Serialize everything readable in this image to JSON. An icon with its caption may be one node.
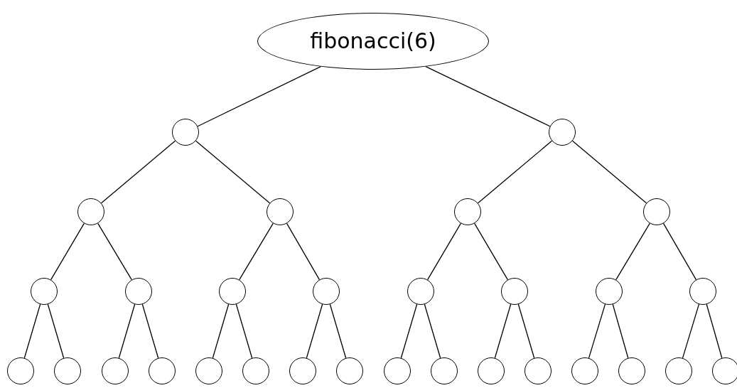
{
  "diagram": {
    "nodes": [
      {
        "text": [
          "fibonacci(6)"
        ]
      },
      {
        "text": [],
        "shape": "circle"
      },
      {
        "text": [],
        "shape": "circle"
      },
      {
        "text": [],
        "shape": "circle"
      },
      {
        "text": [],
        "shape": "circle"
      },
      {
        "text": [],
        "shape": "circle"
      },
      {
        "text": [],
        "shape": "circle"
      },
      {
        "text": [],
        "shape": "circle"
      },
      {
        "text": [],
        "shape": "circle"
      },
      {
        "text": [],
        "shape": "circle"
      },
      {
        "text": [],
        "shape": "circle"
      },
      {
        "text": [],
        "shape": "circle"
      },
      {
        "text": [],
        "shape": "circle"
      },
      {
        "text": [],
        "shape": "circle"
      },
      {
        "text": [],
        "shape": "circle"
      },
      {
        "text": [],
        "shape": "circle"
      },
      {
        "text": [],
        "shape": "circle"
      },
      {
        "text": [],
        "shape": "circle"
      },
      {
        "text": [],
        "shape": "circle"
      },
      {
        "text": [],
        "shape": "circle"
      },
      {
        "text": [],
        "shape": "circle"
      },
      {
        "text": [],
        "shape": "circle"
      },
      {
        "text": [],
        "shape": "circle"
      },
      {
        "text": [],
        "shape": "circle"
      },
      {
        "text": [],
        "shape": "circle"
      },
      {
        "text": [],
        "shape": "circle"
      },
      {
        "text": [],
        "shape": "circle"
      },
      {
        "text": [],
        "shape": "circle"
      },
      {
        "text": [],
        "shape": "circle"
      },
      {
        "text": [],
        "shape": "circle"
      },
      {
        "text": [],
        "shape": "circle"
      }
    ],
    "edges": [
      {
        "from": 0,
        "to": 1,
        "arrow": "none"
      },
      {
        "from": 0,
        "to": 2,
        "arrow": "none"
      },
      {
        "from": 1,
        "to": 3,
        "arrow": "none"
      },
      {
        "from": 1,
        "to": 4,
        "arrow": "none"
      },
      {
        "from": 2,
        "to": 5,
        "arrow": "none"
      },
      {
        "from": 2,
        "to": 6,
        "arrow": "none"
      },
      {
        "from": 3,
        "to": 7,
        "arrow": "none"
      },
      {
        "from": 3,
        "to": 8,
        "arrow": "none"
      },
      {
        "from": 4,
        "to": 9,
        "arrow": "none"
      },
      {
        "from": 4,
        "to": 10,
        "arrow": "none"
      },
      {
        "from": 5,
        "to": 11,
        "arrow": "none"
      },
      {
        "from": 5,
        "to": 12,
        "arrow": "none"
      },
      {
        "from": 6,
        "to": 13,
        "arrow": "none"
      },
      {
        "from": 6,
        "to": 14,
        "arrow": "none"
      },
      {
        "from": 7,
        "to": 15,
        "arrow": "none"
      },
      {
        "from": 7,
        "to": 16,
        "arrow": "none"
      },
      {
        "from": 8,
        "to": 17,
        "arrow": "none"
      },
      {
        "from": 8,
        "to": 18,
        "arrow": "none"
      },
      {
        "from": 9,
        "to": 19,
        "arrow": "none"
      },
      {
        "from": 9,
        "to": 20,
        "arrow": "none"
      },
      {
        "from": 10,
        "to": 21,
        "arrow": "none"
      },
      {
        "from": 10,
        "to": 22,
        "arrow": "none"
      },
      {
        "from": 11,
        "to": 23,
        "arrow": "none"
      },
      {
        "from": 11,
        "to": 24,
        "arrow": "none"
      },
      {
        "from": 12,
        "to": 25,
        "arrow": "none"
      },
      {
        "from": 12,
        "to": 26,
        "arrow": "none"
      },
      {
        "from": 13,
        "to": 27,
        "arrow": "none"
      },
      {
        "from": 13,
        "to": 28,
        "arrow": "none"
      },
      {
        "from": 14,
        "to": 29,
        "arrow": "none"
      },
      {
        "from": 14,
        "to": 30,
        "arrow": "none"
      }
    ]
  }
}
